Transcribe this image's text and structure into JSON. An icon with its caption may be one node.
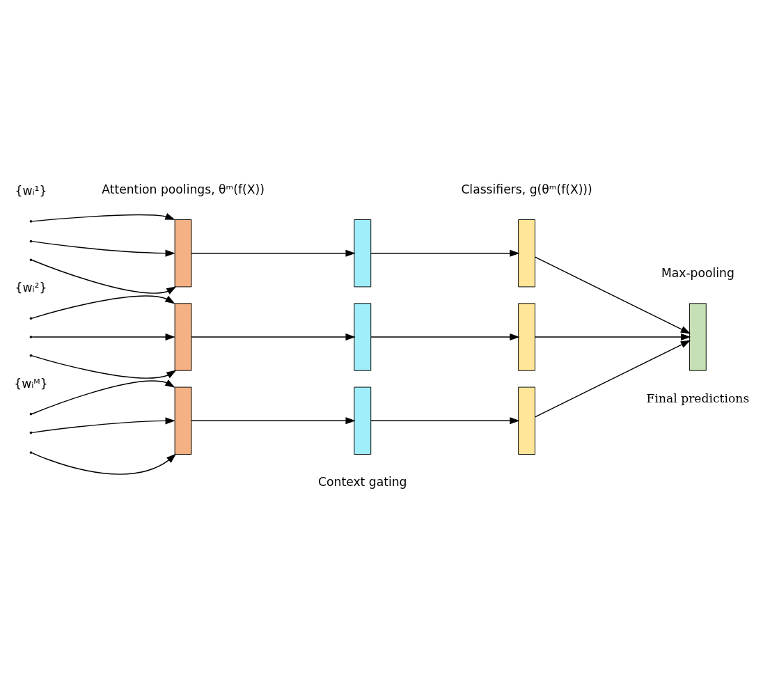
{
  "diagram": {
    "nodes": [
      {
        "text": [],
        "shape": "bar"
      },
      {
        "text": [],
        "shape": "bar"
      },
      {
        "text": [],
        "shape": "bar"
      },
      {
        "text": [],
        "shape": "bar"
      },
      {
        "text": [],
        "shape": "bar"
      },
      {
        "text": [],
        "shape": "bar"
      },
      {
        "text": [],
        "shape": "bar",
        "beside": [
          "Final predictions"
        ]
      },
      {
        "text": [],
        "shape": "bar"
      },
      {
        "text": [],
        "shape": "bar"
      },
      {
        "text": [],
        "shape": "bar"
      }
    ],
    "edges": [
      {
        "from": null,
        "to": 0,
        "arrow": "to"
      },
      {
        "from": null,
        "to": 0,
        "arrow": "to"
      },
      {
        "from": null,
        "to": 0,
        "arrow": "to"
      },
      {
        "from": null,
        "to": 3,
        "arrow": "to"
      },
      {
        "from": null,
        "to": 3,
        "arrow": "to"
      },
      {
        "from": null,
        "to": 3,
        "arrow": "to"
      },
      {
        "from": null,
        "to": 7,
        "arrow": "to"
      },
      {
        "from": null,
        "to": 7,
        "arrow": "to"
      },
      {
        "from": null,
        "to": 7,
        "arrow": "to"
      },
      {
        "from": 0,
        "to": 1,
        "arrow": "to"
      },
      {
        "from": 1,
        "to": 2,
        "arrow": "to"
      },
      {
        "from": 3,
        "to": 4,
        "arrow": "to"
      },
      {
        "from": 4,
        "to": 5,
        "arrow": "to"
      },
      {
        "from": 7,
        "to": 8,
        "arrow": "to"
      },
      {
        "from": 8,
        "to": 9,
        "arrow": "to"
      },
      {
        "from": 2,
        "to": 6,
        "arrow": "to"
      },
      {
        "from": 5,
        "to": 6,
        "arrow": "to"
      },
      {
        "from": 9,
        "to": 6,
        "arrow": "to"
      }
    ],
    "labels": [
      "Attention poolings, θᵐ(f(X))",
      "Classifiers, g(θᵐ(f(X)))",
      "{wᵢ¹}",
      "Max-pooling",
      "{wᵢ²}",
      "{wᵢᴹ}",
      "Context gating"
    ]
  }
}
